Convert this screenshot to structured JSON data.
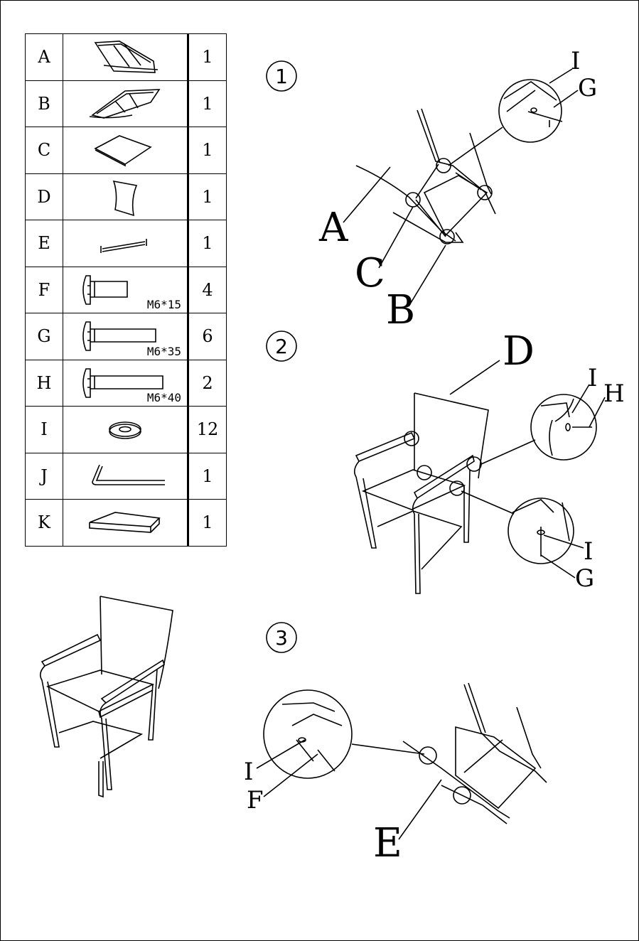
{
  "parts": [
    {
      "letter": "A",
      "icon": "back-frame-icon",
      "qty": "1",
      "spec": ""
    },
    {
      "letter": "B",
      "icon": "front-frame-icon",
      "qty": "1",
      "spec": ""
    },
    {
      "letter": "C",
      "icon": "seat-panel-icon",
      "qty": "1",
      "spec": ""
    },
    {
      "letter": "D",
      "icon": "backrest-panel-icon",
      "qty": "1",
      "spec": ""
    },
    {
      "letter": "E",
      "icon": "crossbar-icon",
      "qty": "1",
      "spec": ""
    },
    {
      "letter": "F",
      "icon": "bolt-short-icon",
      "qty": "4",
      "spec": "M6*15"
    },
    {
      "letter": "G",
      "icon": "bolt-medium-icon",
      "qty": "6",
      "spec": "M6*35"
    },
    {
      "letter": "H",
      "icon": "bolt-long-icon",
      "qty": "2",
      "spec": "M6*40"
    },
    {
      "letter": "I",
      "icon": "washer-icon",
      "qty": "12",
      "spec": ""
    },
    {
      "letter": "J",
      "icon": "allen-key-icon",
      "qty": "1",
      "spec": ""
    },
    {
      "letter": "K",
      "icon": "cushion-icon",
      "qty": "1",
      "spec": ""
    }
  ],
  "steps": [
    {
      "number": "1",
      "labels": {
        "a": "A",
        "b": "B",
        "c": "C",
        "i": "I",
        "g": "G"
      }
    },
    {
      "number": "2",
      "labels": {
        "d": "D",
        "i_top": "I",
        "h": "H",
        "i_bottom": "I",
        "g": "G"
      }
    },
    {
      "number": "3",
      "labels": {
        "i": "I",
        "f": "F",
        "e": "E"
      }
    }
  ]
}
